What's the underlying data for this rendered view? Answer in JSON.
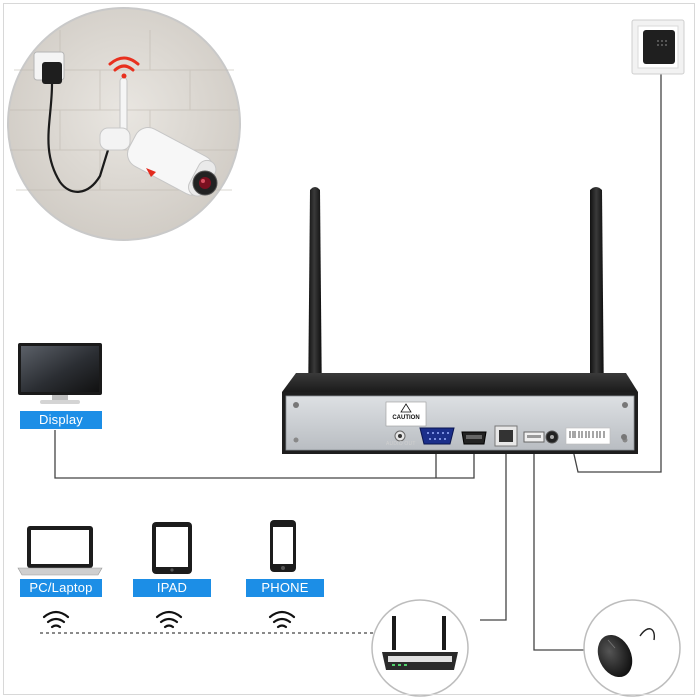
{
  "labels": {
    "display": "Display",
    "pc_laptop": "PC/Laptop",
    "ipad": "IPAD",
    "phone": "PHONE"
  },
  "nvr": {
    "caution_text": "CAUTION",
    "audio_out_text": "AUDIO OUT"
  },
  "colors": {
    "label_bg": "#1c8ee6",
    "wifi_red": "#e8301e",
    "cable": "#444444",
    "nvr_body": "#2a2a2a",
    "nvr_panel": "#cfd2d6"
  },
  "icons": [
    "camera",
    "wifi-signal",
    "power-adapter",
    "monitor",
    "laptop",
    "tablet",
    "smartphone",
    "router",
    "mouse",
    "nvr-recorder",
    "antenna"
  ]
}
